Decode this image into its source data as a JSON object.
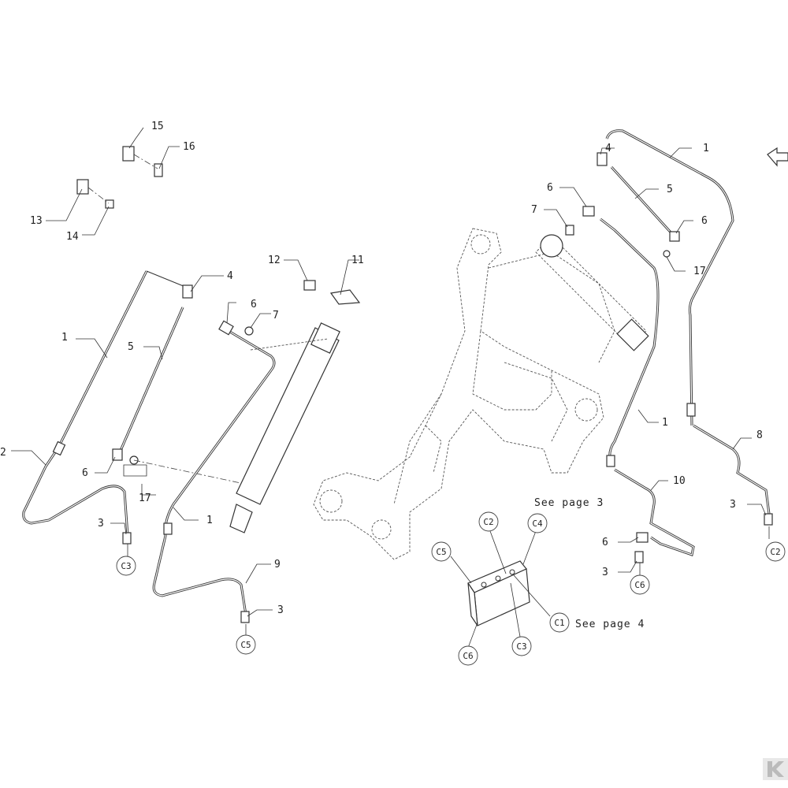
{
  "labels": {
    "l1a": "1",
    "l1b": "1",
    "l1c": "1",
    "l1d": "1",
    "l2": "2",
    "l3a": "3",
    "l3b": "3",
    "l3c": "3",
    "l3d": "3",
    "l4a": "4",
    "l4b": "4",
    "l5a": "5",
    "l5b": "5",
    "l6a": "6",
    "l6b": "6",
    "l6c": "6",
    "l6d": "6",
    "l6e": "6",
    "l7a": "7",
    "l7b": "7",
    "l8": "8",
    "l9": "9",
    "l10": "10",
    "l11": "11",
    "l12": "12",
    "l13": "13",
    "l14": "14",
    "l15": "15",
    "l16": "16",
    "l17a": "17",
    "l17b": "17"
  },
  "callouts": {
    "c3a": "C3",
    "c5a": "C5",
    "c2a": "C2",
    "c6a": "C6",
    "c2b": "C2",
    "c4b": "C4",
    "c5b": "C5",
    "c1b": "C1",
    "c3b": "C3",
    "c6b": "C6"
  },
  "notes": {
    "page3": "See page 3",
    "page4": "See page 4"
  }
}
